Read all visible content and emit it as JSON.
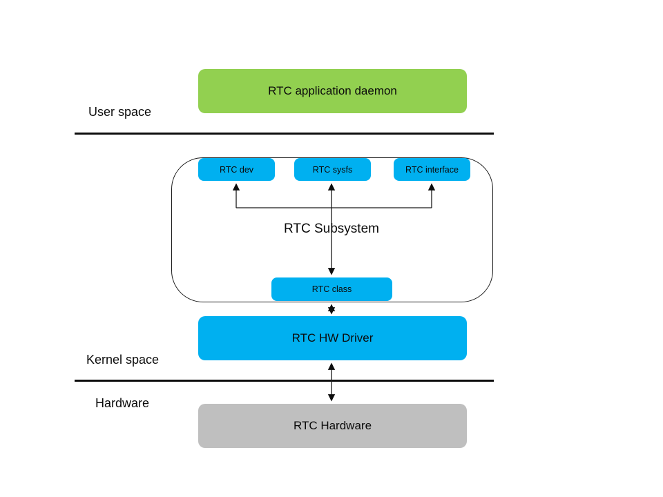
{
  "colors": {
    "green": "#92D050",
    "blue": "#00B0F0",
    "gray": "#BFBFBF",
    "line": "#000000"
  },
  "layer_labels": {
    "user_space": "User space",
    "kernel_space": "Kernel space",
    "hardware": "Hardware"
  },
  "boxes": {
    "app_daemon": "RTC application daemon",
    "rtc_dev": "RTC dev",
    "rtc_sysfs": "RTC sysfs",
    "rtc_interface": "RTC interface",
    "subsystem": "RTC Subsystem",
    "rtc_class": "RTC class",
    "hw_driver": "RTC HW Driver",
    "rtc_hardware": "RTC Hardware"
  },
  "connections": [
    {
      "from": "rtc_class",
      "to": "rtc_sysfs",
      "bidirectional": true
    },
    {
      "from": "rtc_class",
      "to": "rtc_dev",
      "bidirectional": false,
      "direction": "up"
    },
    {
      "from": "rtc_class",
      "to": "rtc_interface",
      "bidirectional": false,
      "direction": "up"
    },
    {
      "from": "rtc_class",
      "to": "hw_driver",
      "bidirectional": true
    },
    {
      "from": "hw_driver",
      "to": "rtc_hardware",
      "bidirectional": true
    }
  ]
}
